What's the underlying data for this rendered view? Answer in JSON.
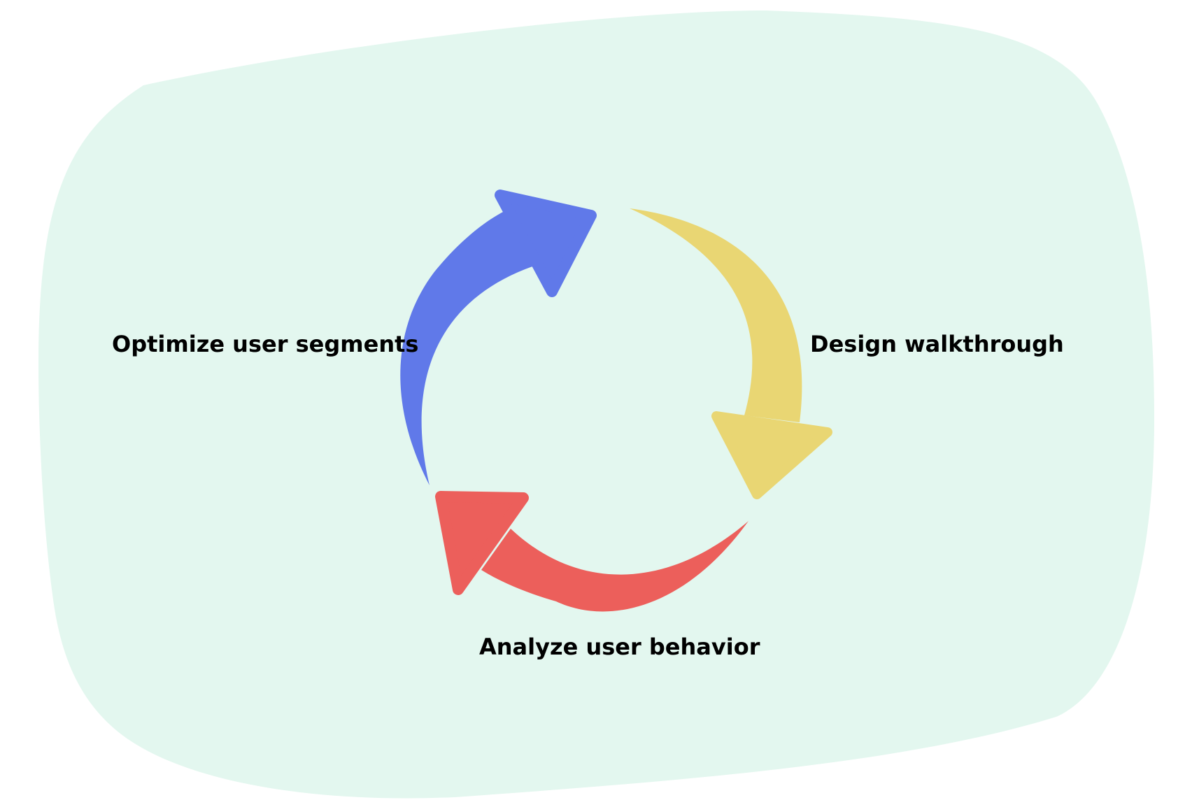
{
  "diagram": {
    "type": "cycle",
    "background_color": "#e3f7ef",
    "steps": [
      {
        "label": "Design walkthrough",
        "arrow_color": "#e9d673"
      },
      {
        "label": "Analyze user behavior",
        "arrow_color": "#ec5f5b"
      },
      {
        "label": "Optimize user segments",
        "arrow_color": "#6079e9"
      }
    ]
  }
}
